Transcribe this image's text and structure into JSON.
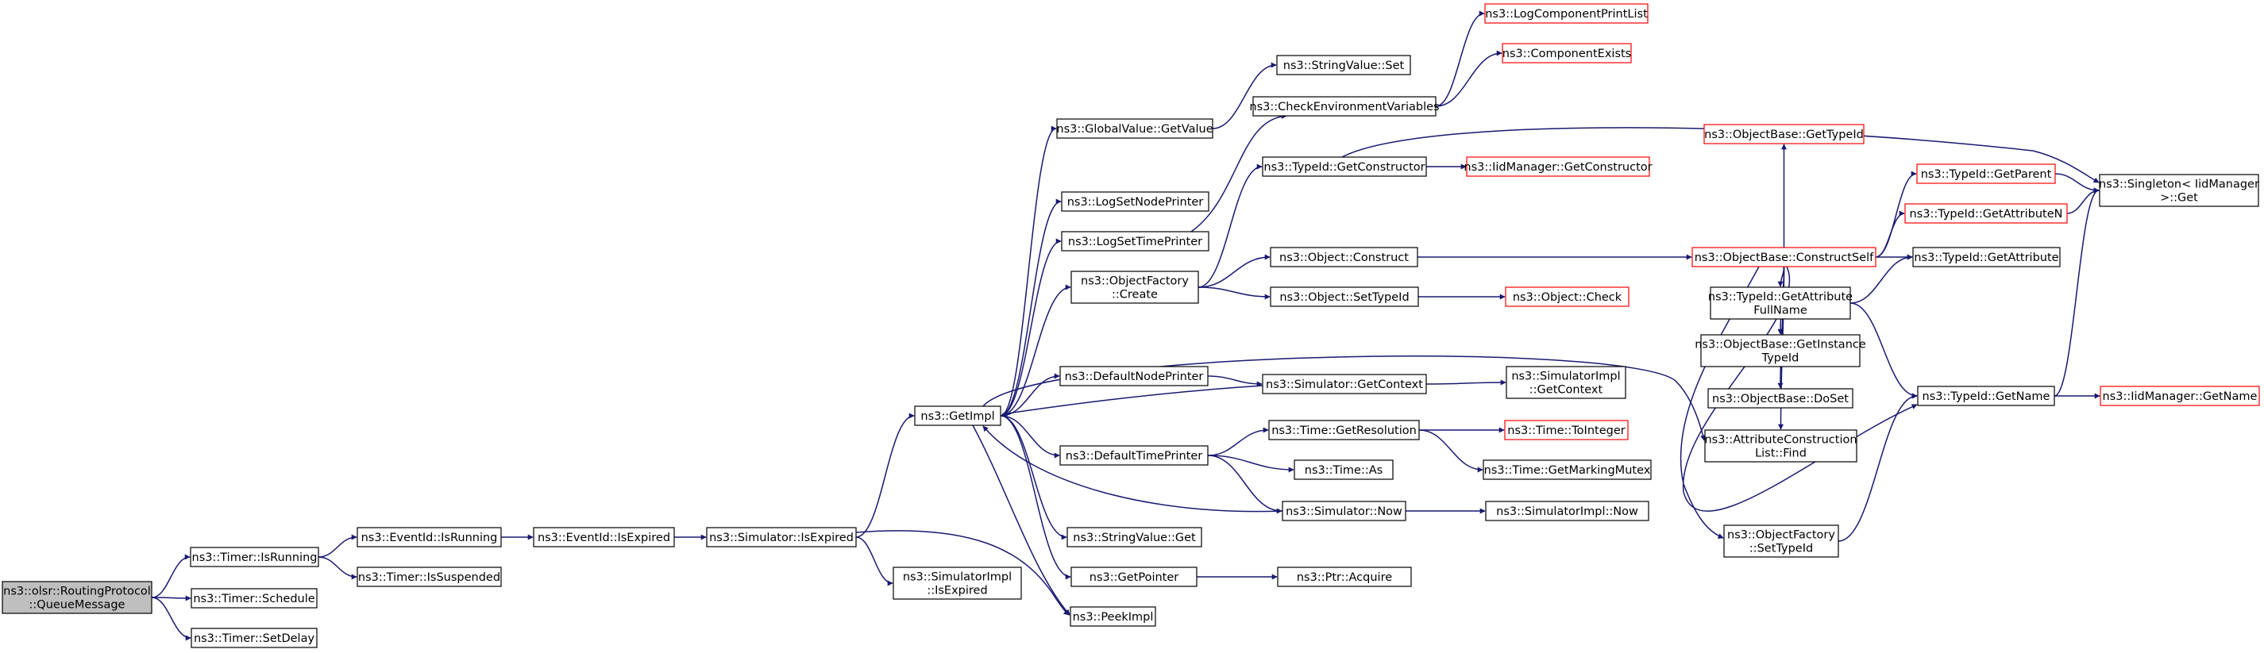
{
  "colors": {
    "edge": "#191970",
    "node_border": "#000000",
    "truncated_node_border": "#ff0000",
    "root_fill": "#bfbfbf"
  },
  "graph": {
    "nodes": [
      {
        "id": "queue",
        "lines": [
          "ns3::olsr::RoutingProtocol",
          "::QueueMessage"
        ],
        "root": true
      },
      {
        "id": "isrunning",
        "lines": [
          "ns3::Timer::IsRunning"
        ]
      },
      {
        "id": "schedule",
        "lines": [
          "ns3::Timer::Schedule"
        ]
      },
      {
        "id": "setdelay",
        "lines": [
          "ns3::Timer::SetDelay"
        ]
      },
      {
        "id": "eid_isrunning",
        "lines": [
          "ns3::EventId::IsRunning"
        ]
      },
      {
        "id": "issuspended",
        "lines": [
          "ns3::Timer::IsSuspended"
        ]
      },
      {
        "id": "eid_isexpired",
        "lines": [
          "ns3::EventId::IsExpired"
        ]
      },
      {
        "id": "sim_isexpired",
        "lines": [
          "ns3::Simulator::IsExpired"
        ]
      },
      {
        "id": "getimpl",
        "lines": [
          "ns3::GetImpl"
        ]
      },
      {
        "id": "simimpl_isexpired",
        "lines": [
          "ns3::SimulatorImpl",
          "::IsExpired"
        ]
      },
      {
        "id": "peekimpl",
        "lines": [
          "ns3::PeekImpl"
        ]
      },
      {
        "id": "gv_getvalue",
        "lines": [
          "ns3::GlobalValue::GetValue"
        ]
      },
      {
        "id": "logsetnode",
        "lines": [
          "ns3::LogSetNodePrinter"
        ]
      },
      {
        "id": "logsettime",
        "lines": [
          "ns3::LogSetTimePrinter"
        ]
      },
      {
        "id": "of_create",
        "lines": [
          "ns3::ObjectFactory",
          "::Create"
        ]
      },
      {
        "id": "defnodeprinter",
        "lines": [
          "ns3::DefaultNodePrinter"
        ]
      },
      {
        "id": "deftimeprinter",
        "lines": [
          "ns3::DefaultTimePrinter"
        ]
      },
      {
        "id": "sv_get",
        "lines": [
          "ns3::StringValue::Get"
        ]
      },
      {
        "id": "getpointer",
        "lines": [
          "ns3::GetPointer"
        ]
      },
      {
        "id": "sv_set",
        "lines": [
          "ns3::StringValue::Set"
        ]
      },
      {
        "id": "checkenv",
        "lines": [
          "ns3::CheckEnvironmentVariables"
        ]
      },
      {
        "id": "logcompprint",
        "lines": [
          "ns3::LogComponentPrintList"
        ],
        "truncated": true
      },
      {
        "id": "compexists",
        "lines": [
          "ns3::ComponentExists"
        ],
        "truncated": true
      },
      {
        "id": "tid_getconstructor",
        "lines": [
          "ns3::TypeId::GetConstructor"
        ]
      },
      {
        "id": "iid_getconstructor",
        "lines": [
          "ns3::IidManager::GetConstructor"
        ],
        "truncated": true
      },
      {
        "id": "obj_construct",
        "lines": [
          "ns3::Object::Construct"
        ]
      },
      {
        "id": "obj_settypeid",
        "lines": [
          "ns3::Object::SetTypeId"
        ]
      },
      {
        "id": "obj_check",
        "lines": [
          "ns3::Object::Check"
        ],
        "truncated": true
      },
      {
        "id": "sim_getcontext",
        "lines": [
          "ns3::Simulator::GetContext"
        ]
      },
      {
        "id": "simimpl_getcontext",
        "lines": [
          "ns3::SimulatorImpl",
          "::GetContext"
        ]
      },
      {
        "id": "time_getres",
        "lines": [
          "ns3::Time::GetResolution"
        ]
      },
      {
        "id": "time_tointeger",
        "lines": [
          "ns3::Time::ToInteger"
        ],
        "truncated": true
      },
      {
        "id": "time_markingmutex",
        "lines": [
          "ns3::Time::GetMarkingMutex"
        ]
      },
      {
        "id": "time_as",
        "lines": [
          "ns3::Time::As"
        ]
      },
      {
        "id": "sim_now",
        "lines": [
          "ns3::Simulator::Now"
        ]
      },
      {
        "id": "simimpl_now",
        "lines": [
          "ns3::SimulatorImpl::Now"
        ]
      },
      {
        "id": "ptr_acquire",
        "lines": [
          "ns3::Ptr::Acquire"
        ]
      },
      {
        "id": "ob_gettypeid",
        "lines": [
          "ns3::ObjectBase::GetTypeId"
        ],
        "truncated": true
      },
      {
        "id": "ob_constructself",
        "lines": [
          "ns3::ObjectBase::ConstructSelf"
        ],
        "truncated": true
      },
      {
        "id": "tid_getparent",
        "lines": [
          "ns3::TypeId::GetParent"
        ],
        "truncated": true
      },
      {
        "id": "tid_getattributen",
        "lines": [
          "ns3::TypeId::GetAttributeN"
        ],
        "truncated": true
      },
      {
        "id": "tid_getattribute",
        "lines": [
          "ns3::TypeId::GetAttribute"
        ]
      },
      {
        "id": "tid_getattrfullname",
        "lines": [
          "ns3::TypeId::GetAttribute",
          "FullName"
        ]
      },
      {
        "id": "ob_getinstancetypeid",
        "lines": [
          "ns3::ObjectBase::GetInstance",
          "TypeId"
        ]
      },
      {
        "id": "ob_doset",
        "lines": [
          "ns3::ObjectBase::DoSet"
        ]
      },
      {
        "id": "acl_find",
        "lines": [
          "ns3::AttributeConstruction",
          "List::Find"
        ]
      },
      {
        "id": "of_settypeid",
        "lines": [
          "ns3::ObjectFactory",
          "::SetTypeId"
        ]
      },
      {
        "id": "singleton_get",
        "lines": [
          "ns3::Singleton< IidManager",
          " >::Get"
        ]
      },
      {
        "id": "tid_getname",
        "lines": [
          "ns3::TypeId::GetName"
        ]
      },
      {
        "id": "iid_getname",
        "lines": [
          "ns3::IidManager::GetName"
        ],
        "truncated": true
      }
    ],
    "edges": [
      [
        "queue",
        "isrunning"
      ],
      [
        "queue",
        "schedule"
      ],
      [
        "queue",
        "setdelay"
      ],
      [
        "isrunning",
        "eid_isrunning"
      ],
      [
        "isrunning",
        "issuspended"
      ],
      [
        "eid_isrunning",
        "eid_isexpired"
      ],
      [
        "eid_isexpired",
        "sim_isexpired"
      ],
      [
        "sim_isexpired",
        "getimpl"
      ],
      [
        "sim_isexpired",
        "simimpl_isexpired"
      ],
      [
        "sim_isexpired",
        "peekimpl"
      ],
      [
        "getimpl",
        "gv_getvalue"
      ],
      [
        "getimpl",
        "logsetnode"
      ],
      [
        "getimpl",
        "logsettime"
      ],
      [
        "getimpl",
        "of_create"
      ],
      [
        "getimpl",
        "defnodeprinter"
      ],
      [
        "getimpl",
        "deftimeprinter"
      ],
      [
        "getimpl",
        "sv_get"
      ],
      [
        "getimpl",
        "getpointer"
      ],
      [
        "getimpl",
        "peekimpl"
      ],
      [
        "getimpl",
        "acl_find"
      ],
      [
        "gv_getvalue",
        "sv_set"
      ],
      [
        "logsettime",
        "checkenv"
      ],
      [
        "checkenv",
        "logcompprint"
      ],
      [
        "checkenv",
        "compexists"
      ],
      [
        "of_create",
        "tid_getconstructor"
      ],
      [
        "of_create",
        "obj_construct"
      ],
      [
        "of_create",
        "obj_settypeid"
      ],
      [
        "tid_getconstructor",
        "iid_getconstructor"
      ],
      [
        "tid_getconstructor",
        "singleton_get"
      ],
      [
        "obj_construct",
        "ob_constructself"
      ],
      [
        "obj_settypeid",
        "obj_check"
      ],
      [
        "defnodeprinter",
        "sim_getcontext"
      ],
      [
        "sim_getcontext",
        "simimpl_getcontext"
      ],
      [
        "sim_getcontext",
        "getimpl"
      ],
      [
        "deftimeprinter",
        "time_getres"
      ],
      [
        "deftimeprinter",
        "time_as"
      ],
      [
        "deftimeprinter",
        "sim_now"
      ],
      [
        "time_getres",
        "time_tointeger"
      ],
      [
        "time_getres",
        "time_markingmutex"
      ],
      [
        "sim_now",
        "simimpl_now"
      ],
      [
        "sim_now",
        "getimpl"
      ],
      [
        "getpointer",
        "ptr_acquire"
      ],
      [
        "ob_constructself",
        "ob_gettypeid"
      ],
      [
        "ob_constructself",
        "tid_getparent"
      ],
      [
        "ob_constructself",
        "tid_getattributen"
      ],
      [
        "ob_constructself",
        "tid_getattribute"
      ],
      [
        "ob_constructself",
        "tid_getattrfullname"
      ],
      [
        "ob_constructself",
        "ob_getinstancetypeid"
      ],
      [
        "ob_constructself",
        "ob_doset"
      ],
      [
        "ob_constructself",
        "acl_find"
      ],
      [
        "ob_constructself",
        "of_settypeid"
      ],
      [
        "ob_constructself",
        "tid_getname"
      ],
      [
        "tid_getparent",
        "singleton_get"
      ],
      [
        "tid_getattributen",
        "singleton_get"
      ],
      [
        "tid_getattrfullname",
        "tid_getattribute"
      ],
      [
        "tid_getattrfullname",
        "tid_getname"
      ],
      [
        "of_settypeid",
        "tid_getname"
      ],
      [
        "tid_getname",
        "singleton_get"
      ],
      [
        "tid_getname",
        "iid_getname"
      ]
    ]
  }
}
